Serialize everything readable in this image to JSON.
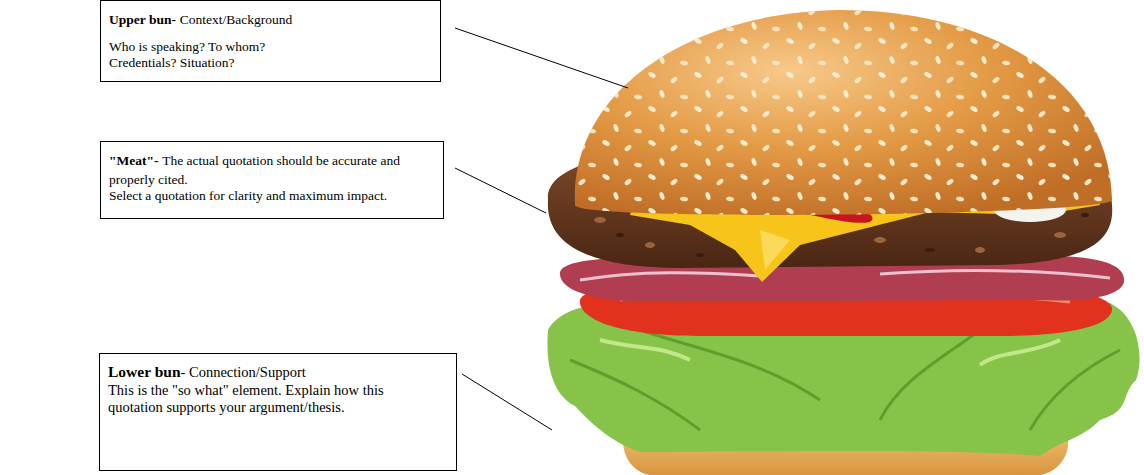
{
  "diagram": {
    "nodes": [
      {
        "text": [
          "Upper bun-",
          "Context/Background",
          "Who is speaking? To whom? Credentials? Situation?"
        ]
      },
      {
        "text": [
          "\"Meat\"-",
          "The actual quotation should be accurate and properly cited.",
          "Select a quotation for clarity and maximum impact."
        ]
      },
      {
        "text": [
          "Lower bun",
          "- Connection/Support",
          "This is the \"so what\" element. Explain how this quotation supports your argument/thesis."
        ]
      }
    ]
  }
}
